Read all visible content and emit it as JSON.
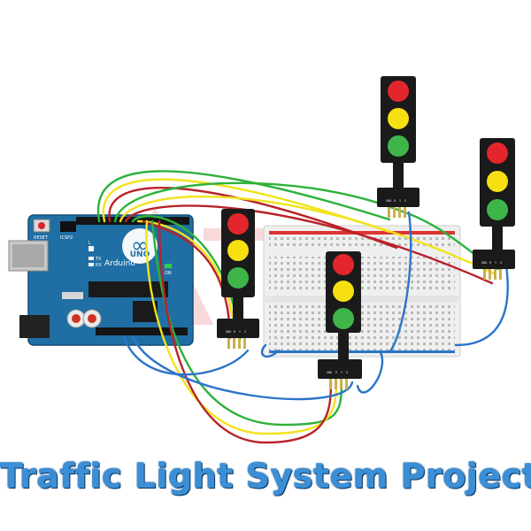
{
  "caption": "Traffic Light System Project",
  "board": {
    "brand": "Arduino",
    "model": "UNO",
    "reset_label": "RESET",
    "icsp_label": "ICSP2",
    "on_label": "ON",
    "tx_label": "TX",
    "rx_label": "RX",
    "l_label": "L"
  },
  "module_pins": [
    "GND",
    "R",
    "Y",
    "G"
  ],
  "colors": {
    "red": "#e3262b",
    "yellow": "#f7e012",
    "green": "#3fb549",
    "wire_green": "#2db23a",
    "wire_yellow": "#f2e31c",
    "wire_red": "#b8222a",
    "wire_blue": "#2b74c9",
    "board": "#1f6fa5",
    "caption": "#3b8fd6"
  },
  "traffic_lights": [
    {
      "name": "light-left"
    },
    {
      "name": "light-center"
    },
    {
      "name": "light-top"
    },
    {
      "name": "light-right"
    }
  ]
}
